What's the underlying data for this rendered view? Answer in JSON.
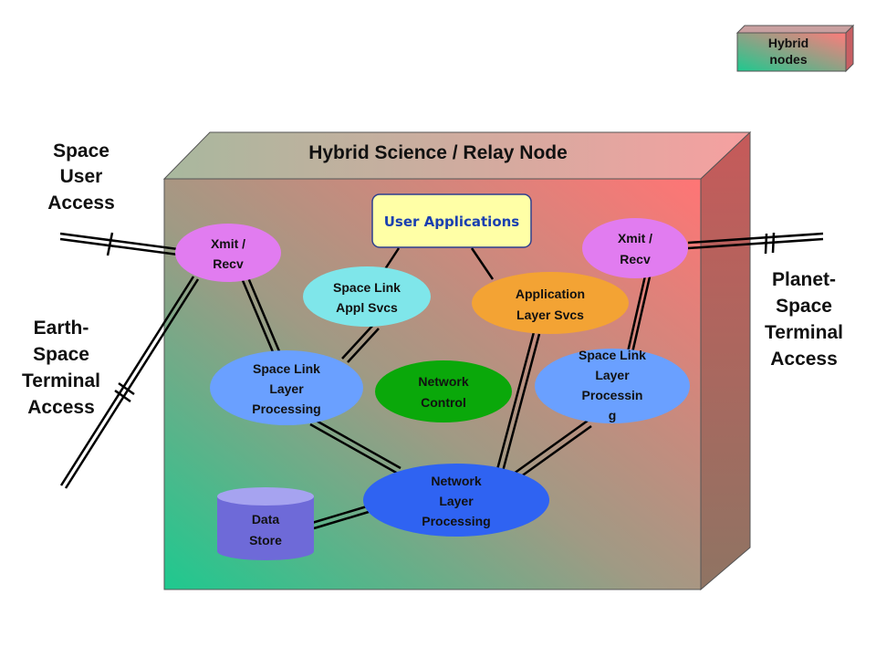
{
  "legend": {
    "label_line1": "Hybrid",
    "label_line2": "nodes"
  },
  "box": {
    "title": "Hybrid Science / Relay  Node"
  },
  "side_labels": {
    "space_user": [
      "Space",
      "User",
      "Access"
    ],
    "earth_space": [
      "Earth-",
      "Space",
      "Terminal",
      "Access"
    ],
    "planet_space": [
      "Planet-",
      "Space",
      "Terminal",
      "Access"
    ]
  },
  "nodes": {
    "user_applications": {
      "label": "User Applications"
    },
    "xmit_left": {
      "lines": [
        "Xmit /",
        "Recv"
      ]
    },
    "xmit_right": {
      "lines": [
        "Xmit /",
        "Recv"
      ]
    },
    "sl_appl_svcs": {
      "lines": [
        "Space Link",
        "Appl Svcs"
      ]
    },
    "app_layer_svcs": {
      "lines": [
        "Application",
        "Layer Svcs"
      ]
    },
    "sl_layer_left": {
      "lines": [
        "Space Link",
        "Layer",
        "Processing"
      ]
    },
    "network_control": {
      "lines": [
        "Network",
        "Control"
      ]
    },
    "sl_layer_right": {
      "lines": [
        "Space Link",
        "Layer",
        "Processin",
        "g"
      ]
    },
    "network_layer": {
      "lines": [
        "Network",
        "Layer",
        "Processing"
      ]
    },
    "data_store": {
      "lines": [
        "Data",
        "Store"
      ]
    }
  },
  "colors": {
    "xmit": "#e17cf0",
    "sl_appl": "#7fe6ea",
    "app_layer": "#f3a334",
    "sl_layer": "#6aa0ff",
    "net_control": "#0aa80a",
    "net_layer": "#2f63f2",
    "data_store": "#6e6ad8",
    "user_apps": "#ffffa6"
  }
}
